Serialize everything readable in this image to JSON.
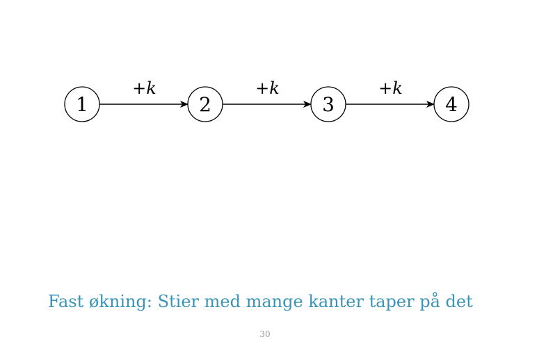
{
  "diagram": {
    "nodes": [
      {
        "id": "1",
        "label": "1"
      },
      {
        "id": "2",
        "label": "2"
      },
      {
        "id": "3",
        "label": "3"
      },
      {
        "id": "4",
        "label": "4"
      }
    ],
    "edges": [
      {
        "from": "1",
        "to": "2",
        "label_sign": "+",
        "label_var": "k"
      },
      {
        "from": "2",
        "to": "3",
        "label_sign": "+",
        "label_var": "k"
      },
      {
        "from": "3",
        "to": "4",
        "label_sign": "+",
        "label_var": "k"
      }
    ]
  },
  "caption": {
    "text": "Fast økning: Stier med mange kanter taper på det"
  },
  "page_number": "30",
  "colors": {
    "caption": "#3b94b8",
    "page_number": "#9a9a9a",
    "stroke": "#000000"
  }
}
